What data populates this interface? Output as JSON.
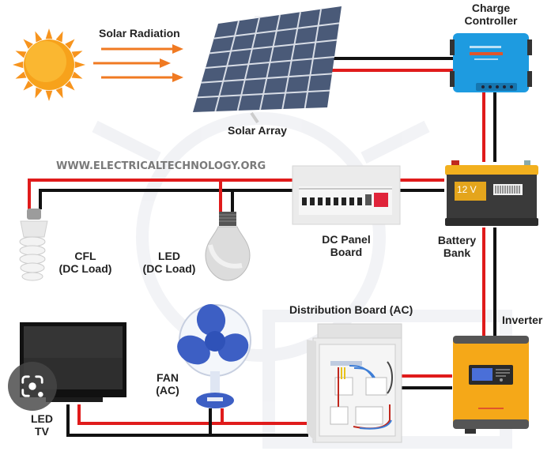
{
  "diagram": {
    "watermark": "WWW.ELECTRICALTECHNOLOGY.ORG",
    "labels": {
      "solar_radiation": "Solar Radiation",
      "solar_array": "Solar Array",
      "charge_controller_1": "Charge",
      "charge_controller_2": "Controller",
      "battery_1": "Battery",
      "battery_2": "Bank",
      "battery_voltage": "12 V",
      "dc_panel_1": "DC Panel",
      "dc_panel_2": "Board",
      "cfl_1": "CFL",
      "cfl_2": "(DC Load)",
      "led_1": "LED",
      "led_2": "(DC Load)",
      "distribution_board": "Distribution Board (AC)",
      "inverter": "Inverter",
      "fan_1": "FAN",
      "fan_2": "(AC)",
      "tv_1": "LED",
      "tv_2": "TV"
    },
    "colors": {
      "wire_positive": "#e01b1b",
      "wire_negative": "#111111",
      "sun": "#f7a21b",
      "arrow": "#f07a22",
      "panel": "#4a5a78",
      "controller": "#1e9be0",
      "battery_top": "#f2b01e",
      "battery_body": "#3a3a3a",
      "inverter": "#f5a818",
      "fan_blue": "#3d5fc4"
    }
  },
  "overlay": {
    "lens_button": "visual-search-lens-icon"
  }
}
